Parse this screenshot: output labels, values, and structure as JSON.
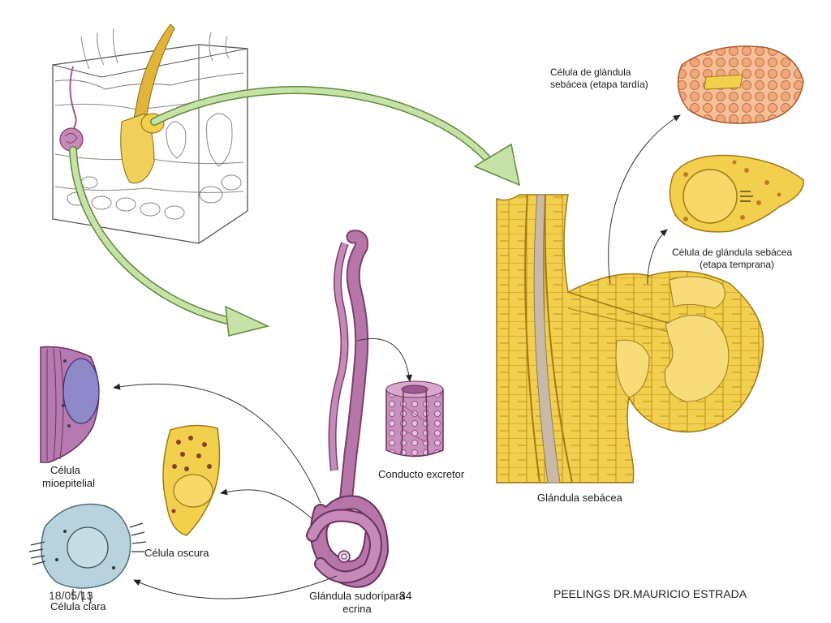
{
  "labels": {
    "sebaceous_late": [
      "Célula de glándula",
      "sebácea (etapa tardía)"
    ],
    "sebaceous_early": [
      "Célula de glándula sebácea",
      "(etapa temprana)"
    ],
    "sebaceous_gland": "Glándula sebácea",
    "excretory_duct": "Conducto excretor",
    "myoepithelial": [
      "Célula",
      "mioepitelial"
    ],
    "dark_cell": "Célula oscura",
    "clear_cell": "Célula clara",
    "eccrine_gland": [
      "Glándula sudorípara ecrina"
    ]
  },
  "footer": {
    "date": "18/05/13",
    "page_number": "34",
    "author": "PEELINGS DR.MAURICIO ESTRADA"
  },
  "colors": {
    "sebaceous": "#f3cf4e",
    "sebaceous_dark": "#c99a1c",
    "eccrine": "#b676a8",
    "eccrine_dark": "#7c3d6f",
    "clear_cell": "#b9d3de",
    "myoepithelial": "#8f88c9",
    "late_cell": "#f2a778",
    "green_arrow": "#c6e2a8"
  }
}
